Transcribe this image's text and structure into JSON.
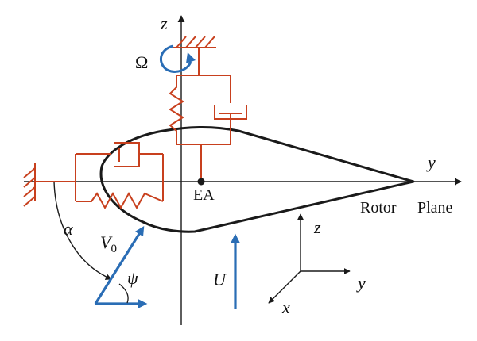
{
  "labels": {
    "z_axis_top": "z",
    "y_axis_main": "y",
    "omega": "Ω",
    "elastic_axis": "EA",
    "rotor": "Rotor",
    "plane": "Plane",
    "alpha": "α",
    "v0_base": "V",
    "v0_sub": "0",
    "psi": "ψ",
    "u_velocity": "U",
    "triad_z": "z",
    "triad_y": "y",
    "triad_x": "x"
  },
  "colors": {
    "axis": "#1a1a1a",
    "airfoil": "#1a1a1a",
    "spring_damper": "#c8401e",
    "vectors": "#2a6db5",
    "text": "#111111"
  },
  "icons": {
    "rotation": "curved-rotation-arrow-icon",
    "ground": "hatched-ground-icon"
  }
}
